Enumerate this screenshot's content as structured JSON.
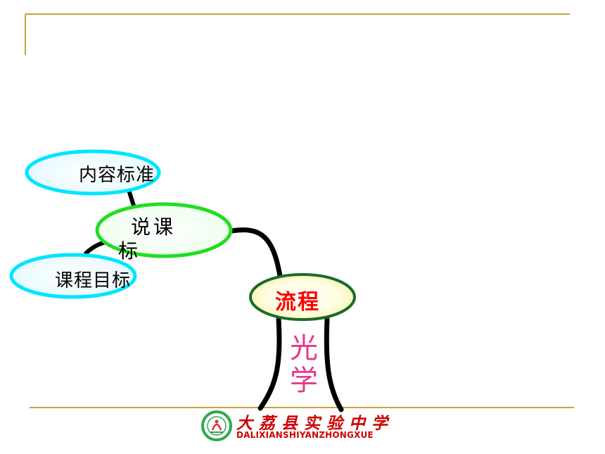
{
  "nodes": {
    "content_standard": "内容标准",
    "shuokebiao": "说课标",
    "course_goal": "课程目标",
    "process": "流程",
    "optics": "光学"
  },
  "footer": {
    "school_name_cn": "大荔县实验中学",
    "school_name_en": "DALIXIANSHIYANZHONGXUE",
    "logo": "school-emblem"
  },
  "colors": {
    "rule_line": "#c8a43c",
    "ellipse_cyan": "#00e5ff",
    "ellipse_green": "#22dd22",
    "process_border": "#1a6b2a",
    "process_text": "#ff0000",
    "optics_text": "#e8388a",
    "footer_text": "#cc0000"
  }
}
